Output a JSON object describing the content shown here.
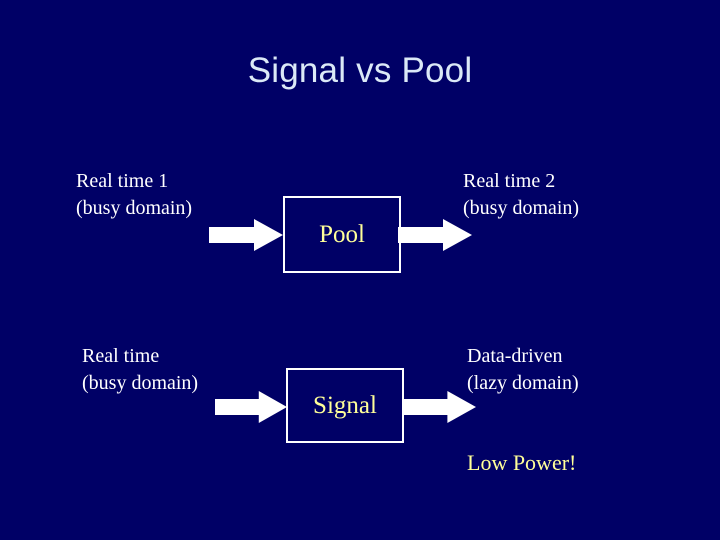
{
  "slide": {
    "title": "Signal vs Pool",
    "background_color": "#000066",
    "title_color": "#dbe9f7",
    "caption_color": "#ffffff",
    "accent_color": "#ffff99",
    "arrow_color": "#ffffff"
  },
  "rows": [
    {
      "left_caption": {
        "line1": "Real time 1",
        "line2": "(busy domain)"
      },
      "box_label": "Pool",
      "right_caption": {
        "line1": "Real time 2",
        "line2": "(busy domain)"
      }
    },
    {
      "left_caption": {
        "line1": "Real time",
        "line2": "(busy domain)"
      },
      "box_label": "Signal",
      "right_caption": {
        "line1": "Data-driven",
        "line2": "(lazy domain)"
      }
    }
  ],
  "callout": {
    "text": "Low Power!"
  },
  "icons": {
    "arrow_right": "right-block-arrow"
  }
}
